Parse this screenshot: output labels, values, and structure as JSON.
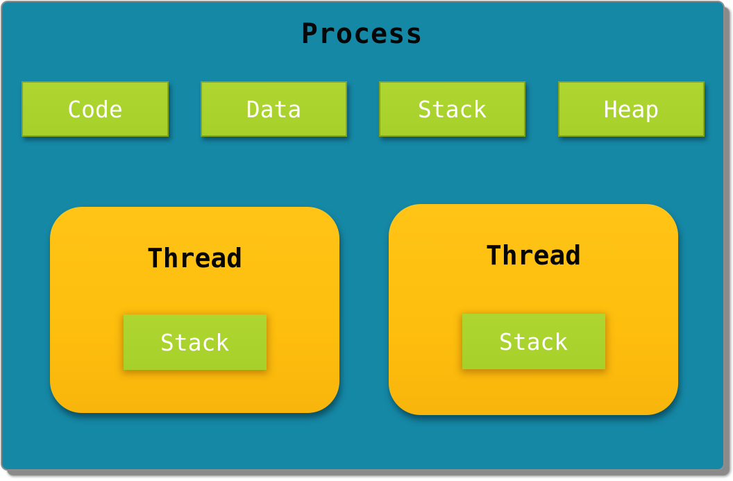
{
  "colors": {
    "panel_background": "#1588A6",
    "panel_outline": "#8F8F8F",
    "panel_shadow": "#8A8A8A",
    "segment_fill": "#A9D32C",
    "segment_border": "#83A522",
    "thread_fill": "#FEBE0D",
    "title_text": "#070707",
    "segment_text": "#FFFFFF"
  },
  "diagram": {
    "title": "Process",
    "memory_segments": [
      {
        "label": "Code"
      },
      {
        "label": "Data"
      },
      {
        "label": "Stack"
      },
      {
        "label": "Heap"
      }
    ],
    "threads": [
      {
        "title": "Thread",
        "stack_label": "Stack"
      },
      {
        "title": "Thread",
        "stack_label": "Stack"
      }
    ]
  }
}
